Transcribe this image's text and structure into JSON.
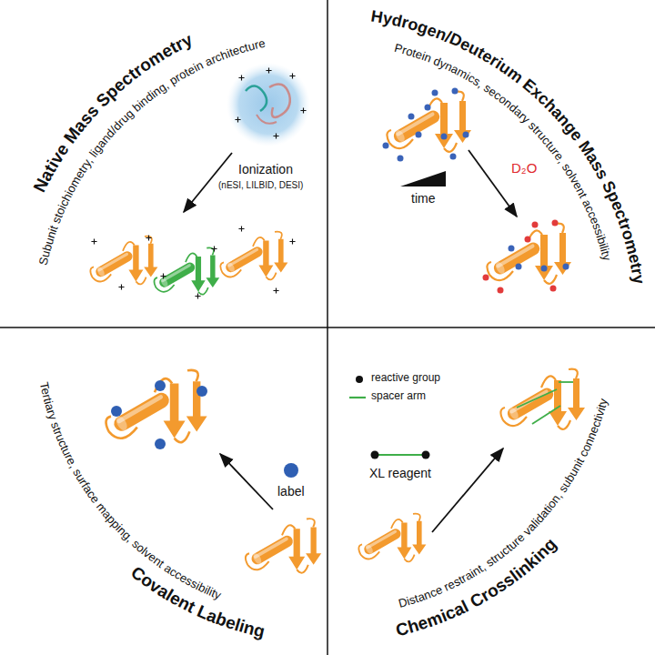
{
  "diagram": {
    "labels": [
      "Native Mass Spectrometry",
      "Subunit stoichiometry, ligand/drug binding, protein architecture",
      "Ionization",
      "(nESI, LILBID, DESI)",
      "Hydrogen/Deuterium Exchange Mass Spectrometry",
      "Protein dynamics, secondary structure, solvent accessibility",
      "D₂O",
      "time",
      "label",
      "Tertiary structure, surface mapping, solvent accessibility",
      "Covalent Labeling",
      "reactive group",
      "spacer arm",
      "XL reagent",
      "Distance restraint, structure validation, subunit connectivity",
      "Chemical Crosslinking"
    ]
  }
}
